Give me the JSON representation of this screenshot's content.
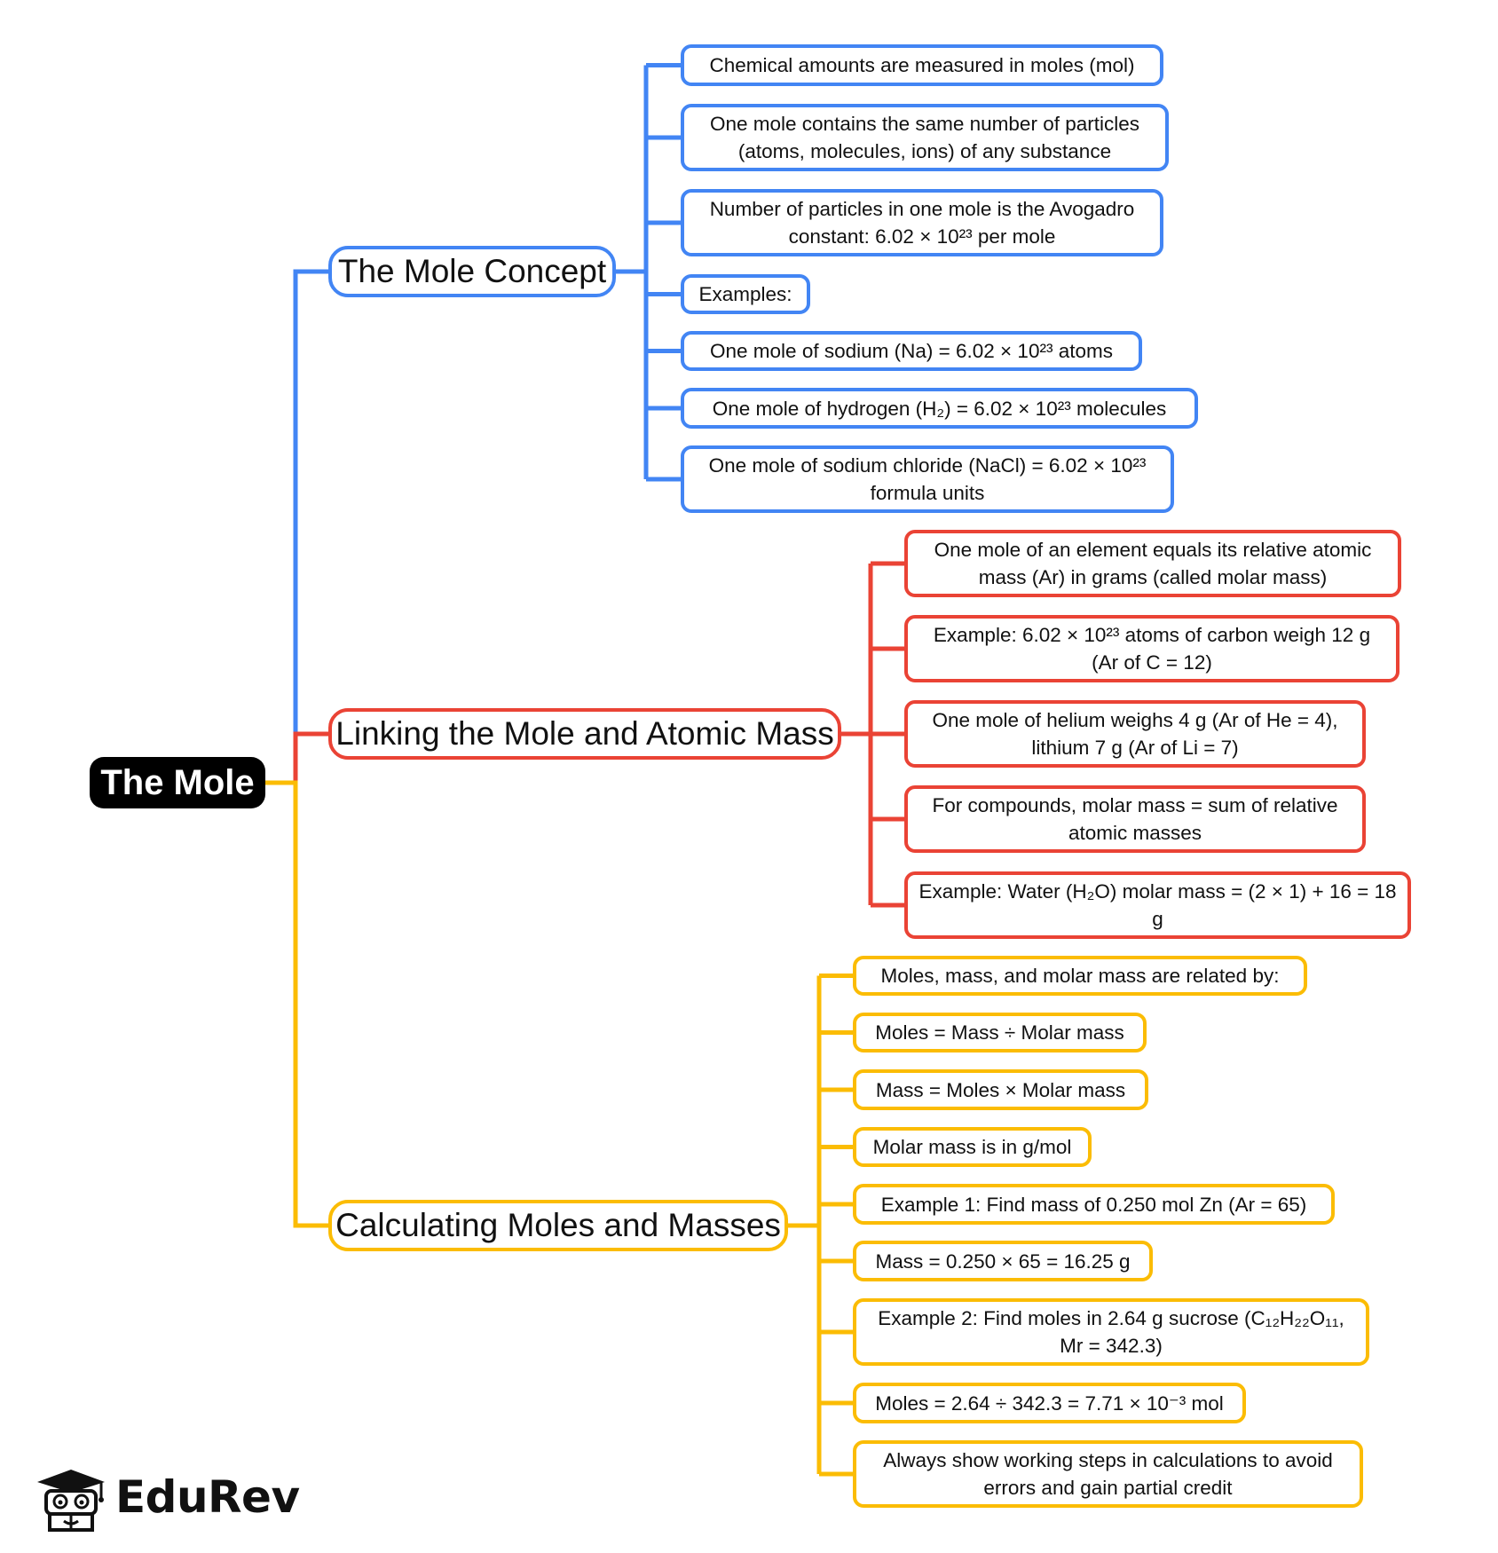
{
  "root": {
    "label": "The Mole"
  },
  "colors": {
    "blue": "#4285f4",
    "red": "#ea4335",
    "yellow": "#fbbc04",
    "root_bg": "#000000"
  },
  "branches": [
    {
      "label": "The Mole Concept",
      "color": "blue",
      "items": [
        "Chemical amounts are measured in moles (mol)",
        "One mole contains the same number of particles (atoms, molecules, ions) of any substance",
        "Number of particles in one mole is the Avogadro constant: 6.02 × 10²³ per mole",
        "Examples:",
        "One mole of sodium (Na) = 6.02 × 10²³ atoms",
        "One mole of hydrogen (H₂) = 6.02 × 10²³ molecules",
        "One mole of sodium chloride (NaCl) = 6.02 × 10²³ formula units"
      ]
    },
    {
      "label": "Linking the Mole and Atomic Mass",
      "color": "red",
      "items": [
        "One mole of an element equals its relative atomic mass (Ar) in grams (called molar mass)",
        "Example: 6.02 × 10²³ atoms of carbon weigh 12 g (Ar of C = 12)",
        "One mole of helium weighs 4 g (Ar of He = 4), lithium 7 g (Ar of Li = 7)",
        "For compounds, molar mass = sum of relative atomic masses",
        "Example: Water (H₂O) molar mass = (2 × 1) + 16 = 18 g"
      ]
    },
    {
      "label": "Calculating Moles and Masses",
      "color": "yellow",
      "items": [
        "Moles, mass, and molar mass are related by:",
        "Moles = Mass ÷ Molar mass",
        "Mass = Moles × Molar mass",
        "Molar mass is in g/mol",
        "Example 1: Find mass of 0.250 mol Zn (Ar = 65)",
        "Mass = 0.250 × 65 = 16.25 g",
        "Example 2: Find moles in 2.64 g sucrose (C₁₂H₂₂O₁₁, Mr = 342.3)",
        "Moles = 2.64 ÷ 342.3 = 7.71 × 10⁻³ mol",
        "Always show working steps in calculations to avoid errors and gain partial credit"
      ]
    }
  ],
  "logo": {
    "text": "EduRev",
    "icon": "graduation-cap-mascot-icon"
  }
}
